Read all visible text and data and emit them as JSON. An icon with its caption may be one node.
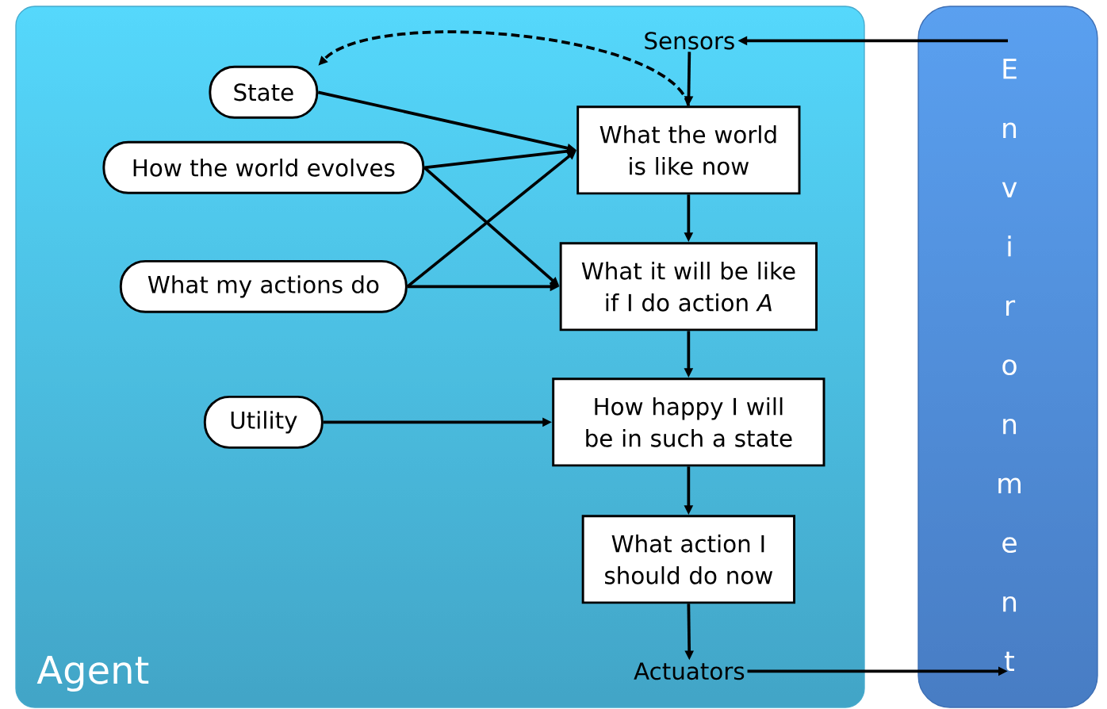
{
  "diagram": {
    "nodes": [
      {
        "text": [
          "Agent"
        ]
      },
      {
        "text": [
          "Environment"
        ]
      },
      {
        "text": [
          "Sensors"
        ],
        "in": 0
      },
      {
        "text": [
          "State"
        ],
        "in": 0
      },
      {
        "text": [
          "How the world evolves"
        ],
        "in": 0
      },
      {
        "text": [
          "What my actions do"
        ],
        "in": 0
      },
      {
        "text": [
          "What the world is like now"
        ],
        "in": 0
      },
      {
        "text": [
          "What it will be like if I do action *A*"
        ],
        "in": 0
      },
      {
        "text": [
          "Utility"
        ],
        "in": 0
      },
      {
        "text": [
          "How happy I will be in such a state"
        ],
        "in": 0
      },
      {
        "text": [
          "What action I should do now"
        ],
        "in": 0
      },
      {
        "text": [
          "Actuators"
        ],
        "in": 0
      }
    ],
    "edges": [
      {
        "from": 1,
        "to": 2,
        "arrow": "to"
      },
      {
        "from": 2,
        "to": 6,
        "arrow": "to"
      },
      {
        "from": 6,
        "to": 3,
        "arrow": "to",
        "style": "dashed"
      },
      {
        "from": 3,
        "to": 6,
        "arrow": "to"
      },
      {
        "from": 4,
        "to": 6,
        "arrow": "to"
      },
      {
        "from": 4,
        "to": 7,
        "arrow": "to"
      },
      {
        "from": 5,
        "to": 6,
        "arrow": "to"
      },
      {
        "from": 5,
        "to": 7,
        "arrow": "to"
      },
      {
        "from": 6,
        "to": 7,
        "arrow": "to"
      },
      {
        "from": 7,
        "to": 9,
        "arrow": "to"
      },
      {
        "from": 8,
        "to": 9,
        "arrow": "to"
      },
      {
        "from": 9,
        "to": 10,
        "arrow": "to"
      },
      {
        "from": 10,
        "to": 11,
        "arrow": "to"
      },
      {
        "from": 11,
        "to": 1,
        "arrow": "to"
      }
    ]
  }
}
